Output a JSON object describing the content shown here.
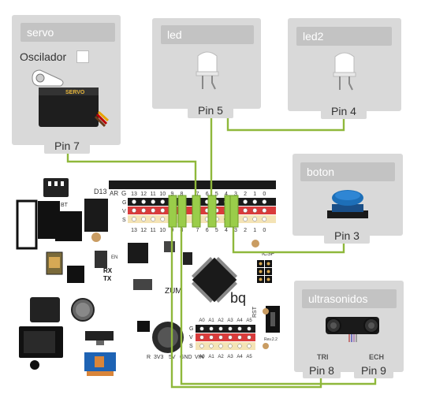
{
  "board": {
    "label_d13": "D13",
    "label_ar": "AR",
    "label_g": "G",
    "pin_numbers_top": [
      "13",
      "12",
      "11",
      "10",
      "9",
      "8",
      "7",
      "6",
      "5",
      "4",
      "3",
      "2",
      "1",
      "0"
    ],
    "row_labels": [
      "G",
      "V",
      "S"
    ],
    "analog_labels": [
      "A0",
      "A1",
      "A2",
      "A3",
      "A4",
      "A5"
    ],
    "power_labels": [
      "R",
      "3V3",
      "5V",
      "GND",
      "VIN"
    ],
    "label_zum": "ZUM",
    "label_bq": "bq",
    "label_rst": "RST",
    "label_icsp": "ICSP",
    "label_rx": "RX",
    "label_tx": "TX",
    "label_bt": "BT",
    "label_en": "EN",
    "label_rev": "Rev.2.2",
    "label_servo_chip": "SERVO"
  },
  "components": {
    "servo": {
      "title": "servo",
      "oscillator_label": "Oscilador",
      "pin": "Pin 7"
    },
    "led": {
      "title": "led",
      "pin": "Pin 5"
    },
    "led2": {
      "title": "led2",
      "pin": "Pin 4"
    },
    "button": {
      "title": "boton",
      "pin": "Pin 3"
    },
    "ultrasonic": {
      "title": "ultrasonidos",
      "tri_label": "TRI",
      "ech_label": "ECH",
      "pin_tri": "Pin 8",
      "pin_ech": "Pin 9"
    }
  },
  "colors": {
    "wire": "#8fb83b",
    "card": "#d9d9d9",
    "pcb": "#ffffff",
    "button_cap": "#1d6fb8"
  }
}
